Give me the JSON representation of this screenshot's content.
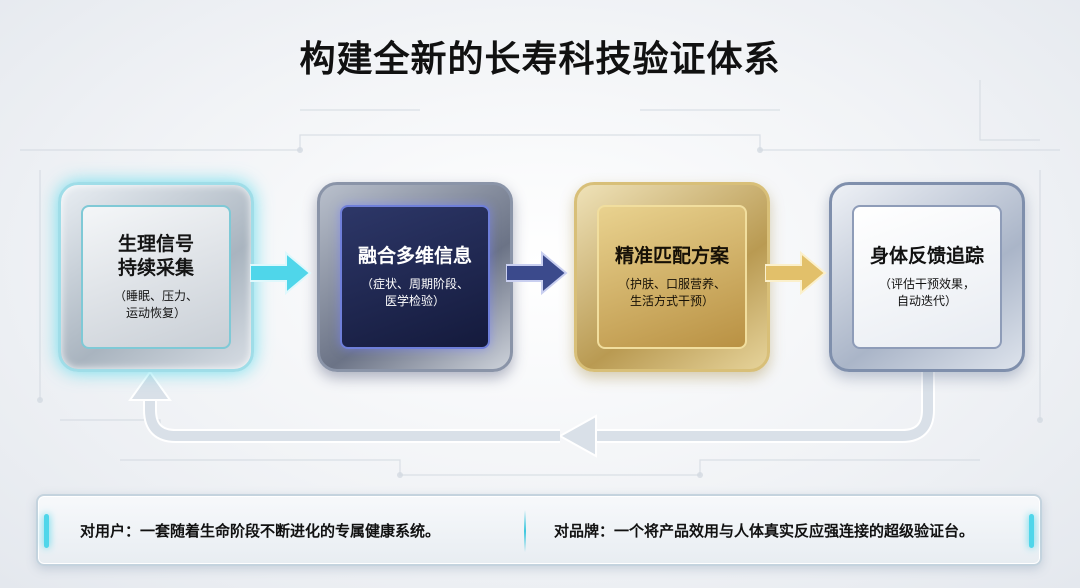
{
  "title": "构建全新的长寿科技验证体系",
  "steps": [
    {
      "head_line1": "生理信号",
      "head_line2": "持续采集",
      "sub_line1": "（睡眠、压力、",
      "sub_line2": "运动恢复）"
    },
    {
      "head_line1": "融合多维信息",
      "head_line2": "",
      "sub_line1": "（症状、周期阶段、",
      "sub_line2": "医学检验）"
    },
    {
      "head_line1": "精准匹配方案",
      "head_line2": "",
      "sub_line1": "（护肤、口服营养、",
      "sub_line2": "生活方式干预）"
    },
    {
      "head_line1": "身体反馈追踪",
      "head_line2": "",
      "sub_line1": "（评估干预效果，",
      "sub_line2": "自动迭代）"
    }
  ],
  "banner": {
    "left": "对用户：一套随着生命阶段不断进化的专属健康系统。",
    "right": "对品牌：一个将产品效用与人体真实反应强连接的超级验证台。"
  },
  "colors": {
    "step1_accent": "#4fd6ea",
    "step2_accent": "#1e2750",
    "step3_accent": "#c9a456",
    "step4_accent": "#8e9cb8",
    "loop_arrow": "#e2e8ef"
  }
}
